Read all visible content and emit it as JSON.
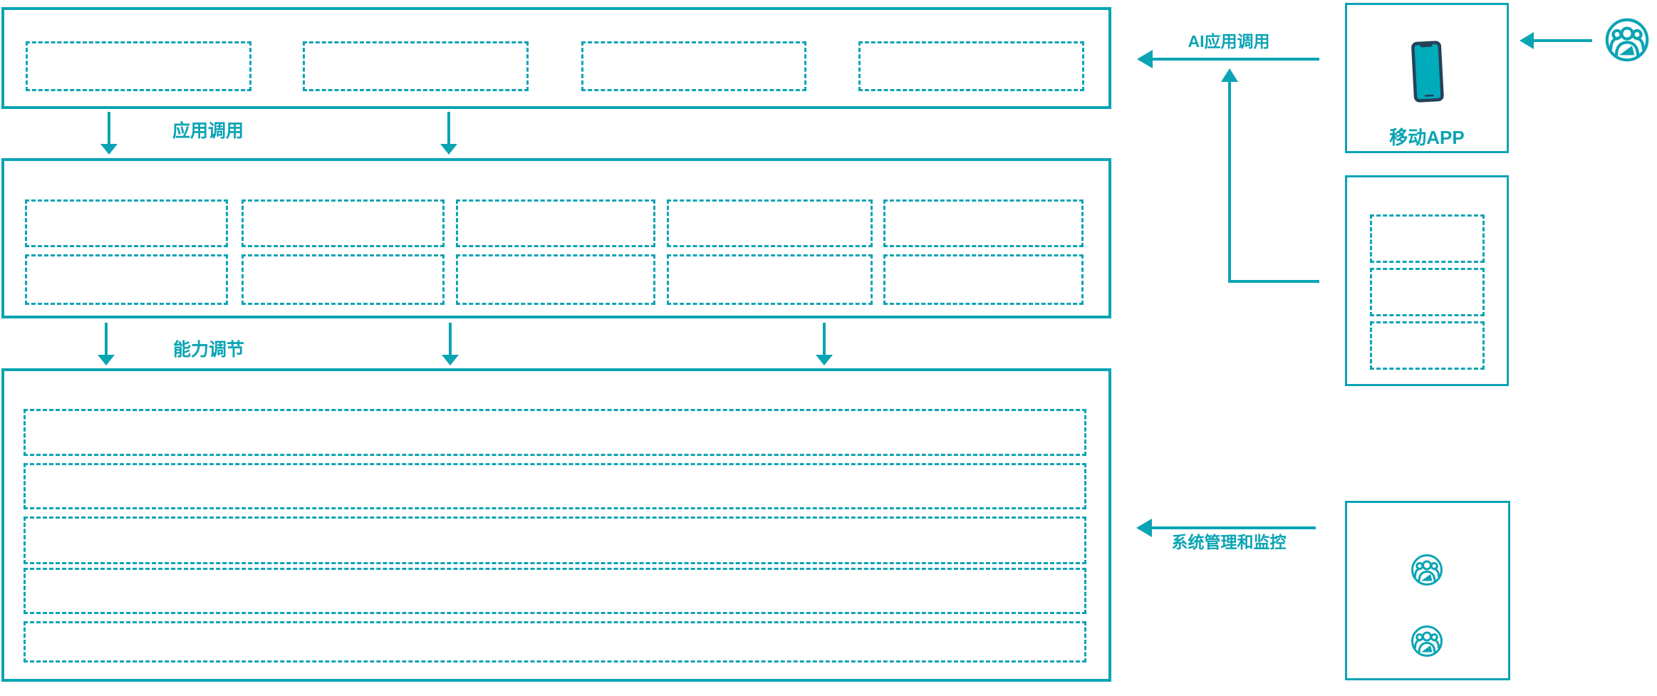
{
  "colors": {
    "accent": "#0aa4b4",
    "phone_frame": "#25425a",
    "phone_screen": "#00abbc",
    "background": "#ffffff"
  },
  "left_stack": {
    "top_layer": {
      "placeholder_count": 4
    },
    "middle_layer": {
      "placeholder_rows": 2,
      "placeholder_cols": 5
    },
    "bottom_layer": {
      "placeholder_row_count": 5
    }
  },
  "arrows": {
    "app_call": {
      "label": "应用调用",
      "direction": "down"
    },
    "capability_adjust": {
      "label": "能力调节",
      "direction": "down"
    },
    "ai_app_call": {
      "label": "AI应用调用",
      "direction": "left"
    },
    "system_management": {
      "label": "系统管理和监控",
      "direction": "left"
    }
  },
  "right_column": {
    "mobile_app": {
      "label": "移动APP",
      "icon": "smartphone-icon"
    },
    "middle_box": {
      "placeholder_count": 3
    },
    "bottom_box": {
      "icons": [
        "users-icon",
        "users-icon"
      ]
    },
    "external_user": {
      "icon": "users-icon"
    }
  }
}
